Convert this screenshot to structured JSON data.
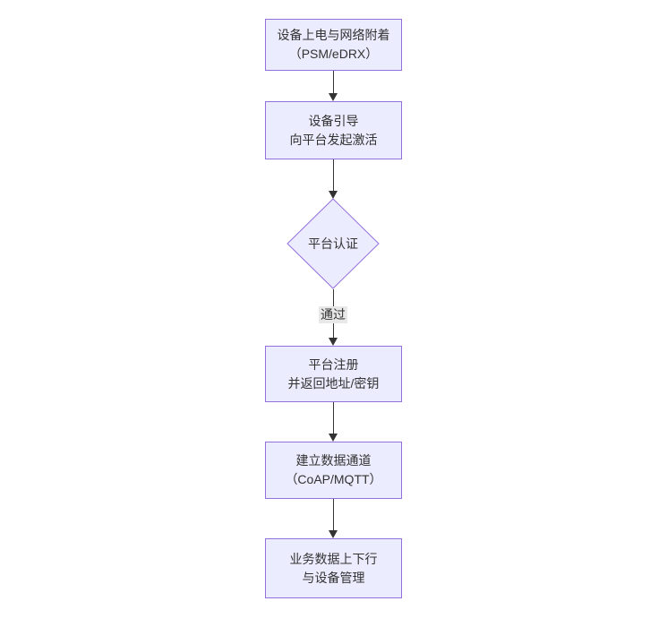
{
  "diagram": {
    "type": "flowchart",
    "direction": "top-down",
    "colors": {
      "node_fill": "#ECECFF",
      "node_border": "#9370DB",
      "text": "#333333",
      "edge": "#333333",
      "edge_label_bg": "#e8e8e8",
      "background": "#ffffff"
    },
    "nodes": [
      {
        "id": "A",
        "shape": "rect",
        "lines": [
          "设备上电与网络附着",
          "（PSM/eDRX）"
        ]
      },
      {
        "id": "B",
        "shape": "rect",
        "lines": [
          "设备引导",
          "向平台发起激活"
        ]
      },
      {
        "id": "C",
        "shape": "diamond",
        "lines": [
          "平台认证"
        ]
      },
      {
        "id": "D",
        "shape": "rect",
        "lines": [
          "平台注册",
          "并返回地址/密钥"
        ]
      },
      {
        "id": "E",
        "shape": "rect",
        "lines": [
          "建立数据通道",
          "（CoAP/MQTT）"
        ]
      },
      {
        "id": "F",
        "shape": "rect",
        "lines": [
          "业务数据上下行",
          "与设备管理"
        ]
      }
    ],
    "edges": [
      {
        "from": "A",
        "to": "B",
        "label": ""
      },
      {
        "from": "B",
        "to": "C",
        "label": ""
      },
      {
        "from": "C",
        "to": "D",
        "label": "通过"
      },
      {
        "from": "D",
        "to": "E",
        "label": ""
      },
      {
        "from": "E",
        "to": "F",
        "label": ""
      }
    ]
  }
}
